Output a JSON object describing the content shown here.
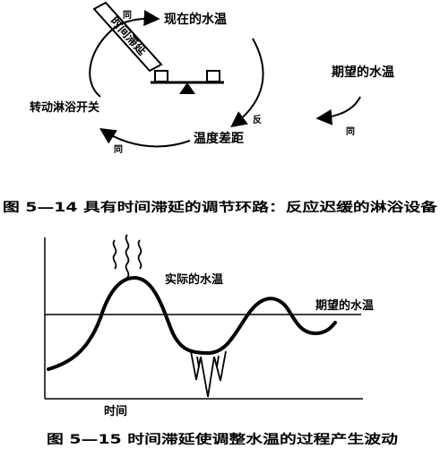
{
  "figure1": {
    "band_label": "时间滞延",
    "label_current_temp": "现在的水温",
    "label_desired_temp": "期望的水温",
    "label_turn_switch": "转动淋浴开关",
    "label_temp_gap": "温度差距",
    "mark_top": "同",
    "mark_right": "反",
    "mark_desired": "同",
    "mark_bottom": "同",
    "caption": "图 5—14   具有时间滞延的调节环路：反应迟缓的淋浴设备"
  },
  "figure2": {
    "label_actual_temp": "实际的水温",
    "label_desired_temp": "期望的水温",
    "xlabel": "时间",
    "caption": "图 5—15   时间滞延使调整水温的过程产生波动"
  }
}
